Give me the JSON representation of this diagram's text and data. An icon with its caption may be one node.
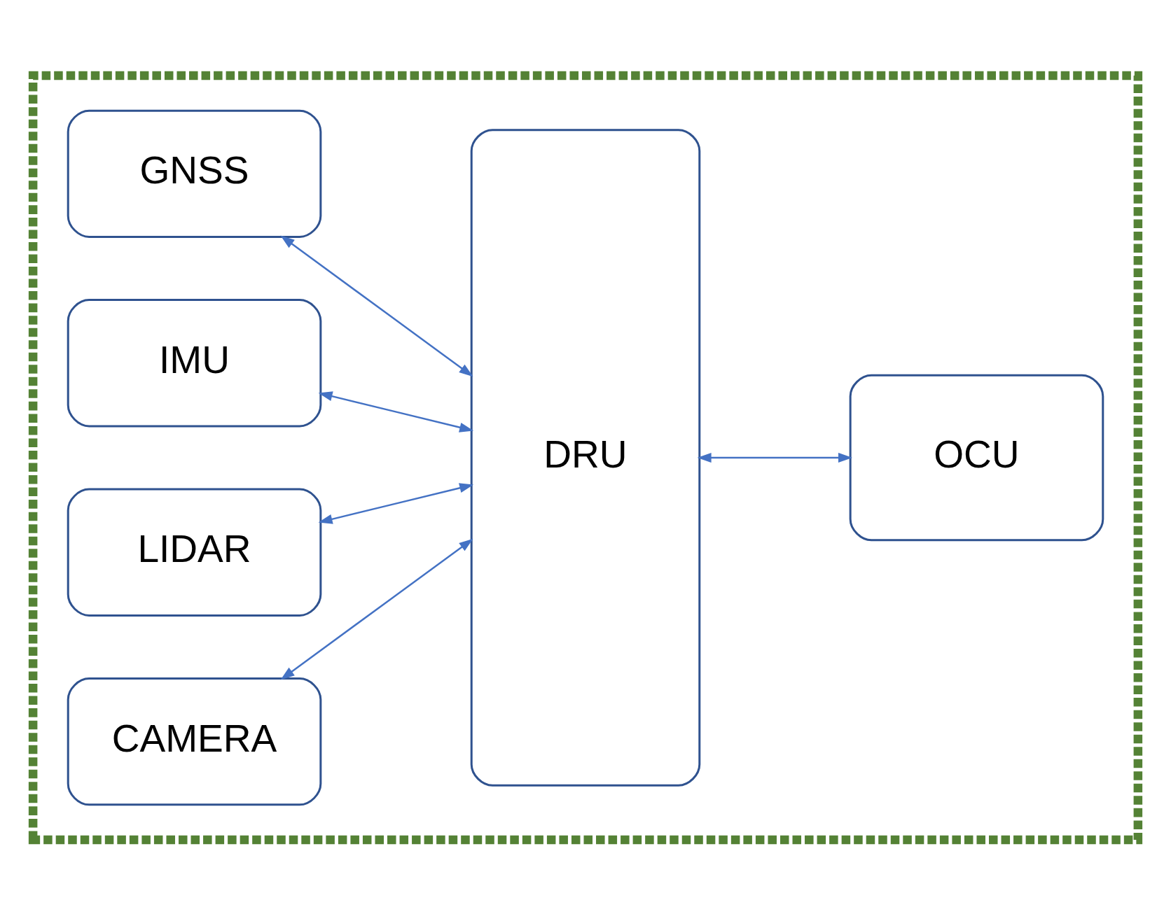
{
  "diagram": {
    "nodes": [
      {
        "text": [],
        "shape": "box"
      },
      {
        "text": [
          "GNSS"
        ],
        "in": 0
      },
      {
        "text": [
          "IMU"
        ],
        "in": 0
      },
      {
        "text": [
          "LIDAR"
        ],
        "in": 0
      },
      {
        "text": [
          "CAMERA"
        ],
        "in": 0
      },
      {
        "text": [
          "DRU"
        ],
        "in": 0
      },
      {
        "text": [
          "OCU"
        ],
        "in": 0
      }
    ],
    "edges": [
      {
        "from": 1,
        "to": 5,
        "arrow": "both"
      },
      {
        "from": 2,
        "to": 5,
        "arrow": "both"
      },
      {
        "from": 3,
        "to": 5,
        "arrow": "both"
      },
      {
        "from": 4,
        "to": 5,
        "arrow": "both"
      },
      {
        "from": 5,
        "to": 6,
        "arrow": "both"
      }
    ]
  }
}
